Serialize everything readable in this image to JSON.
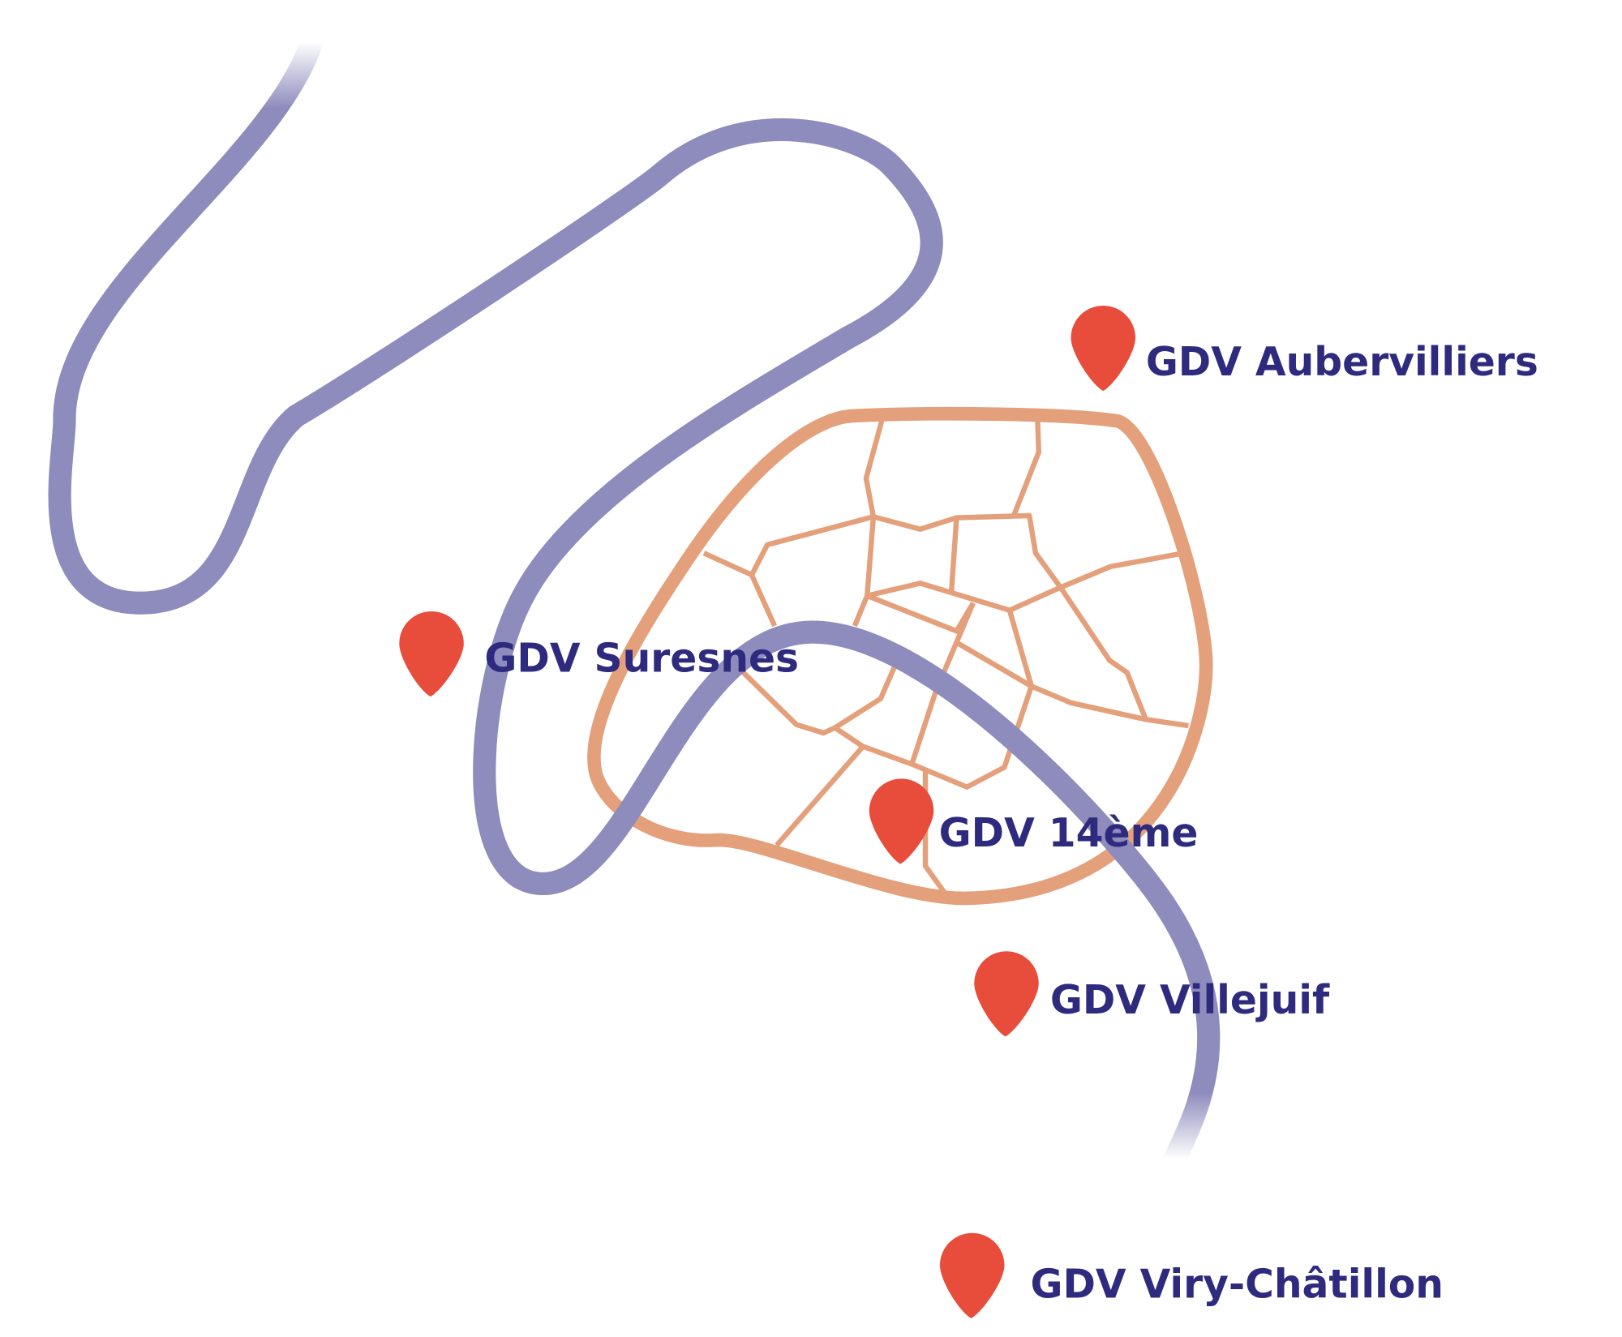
{
  "colors": {
    "river": "#8e8bbd",
    "paris_outline": "#e3a07a",
    "pin": "#e84c3a",
    "label": "#2e2a7e"
  },
  "locations": [
    {
      "name": "GDV Aubervilliers",
      "icon": "map-pin-icon"
    },
    {
      "name": "GDV Suresnes",
      "icon": "map-pin-icon"
    },
    {
      "name": "GDV 14ème",
      "icon": "map-pin-icon"
    },
    {
      "name": "GDV Villejuif",
      "icon": "map-pin-icon"
    },
    {
      "name": "GDV Viry-Châtillon",
      "icon": "map-pin-icon"
    }
  ]
}
